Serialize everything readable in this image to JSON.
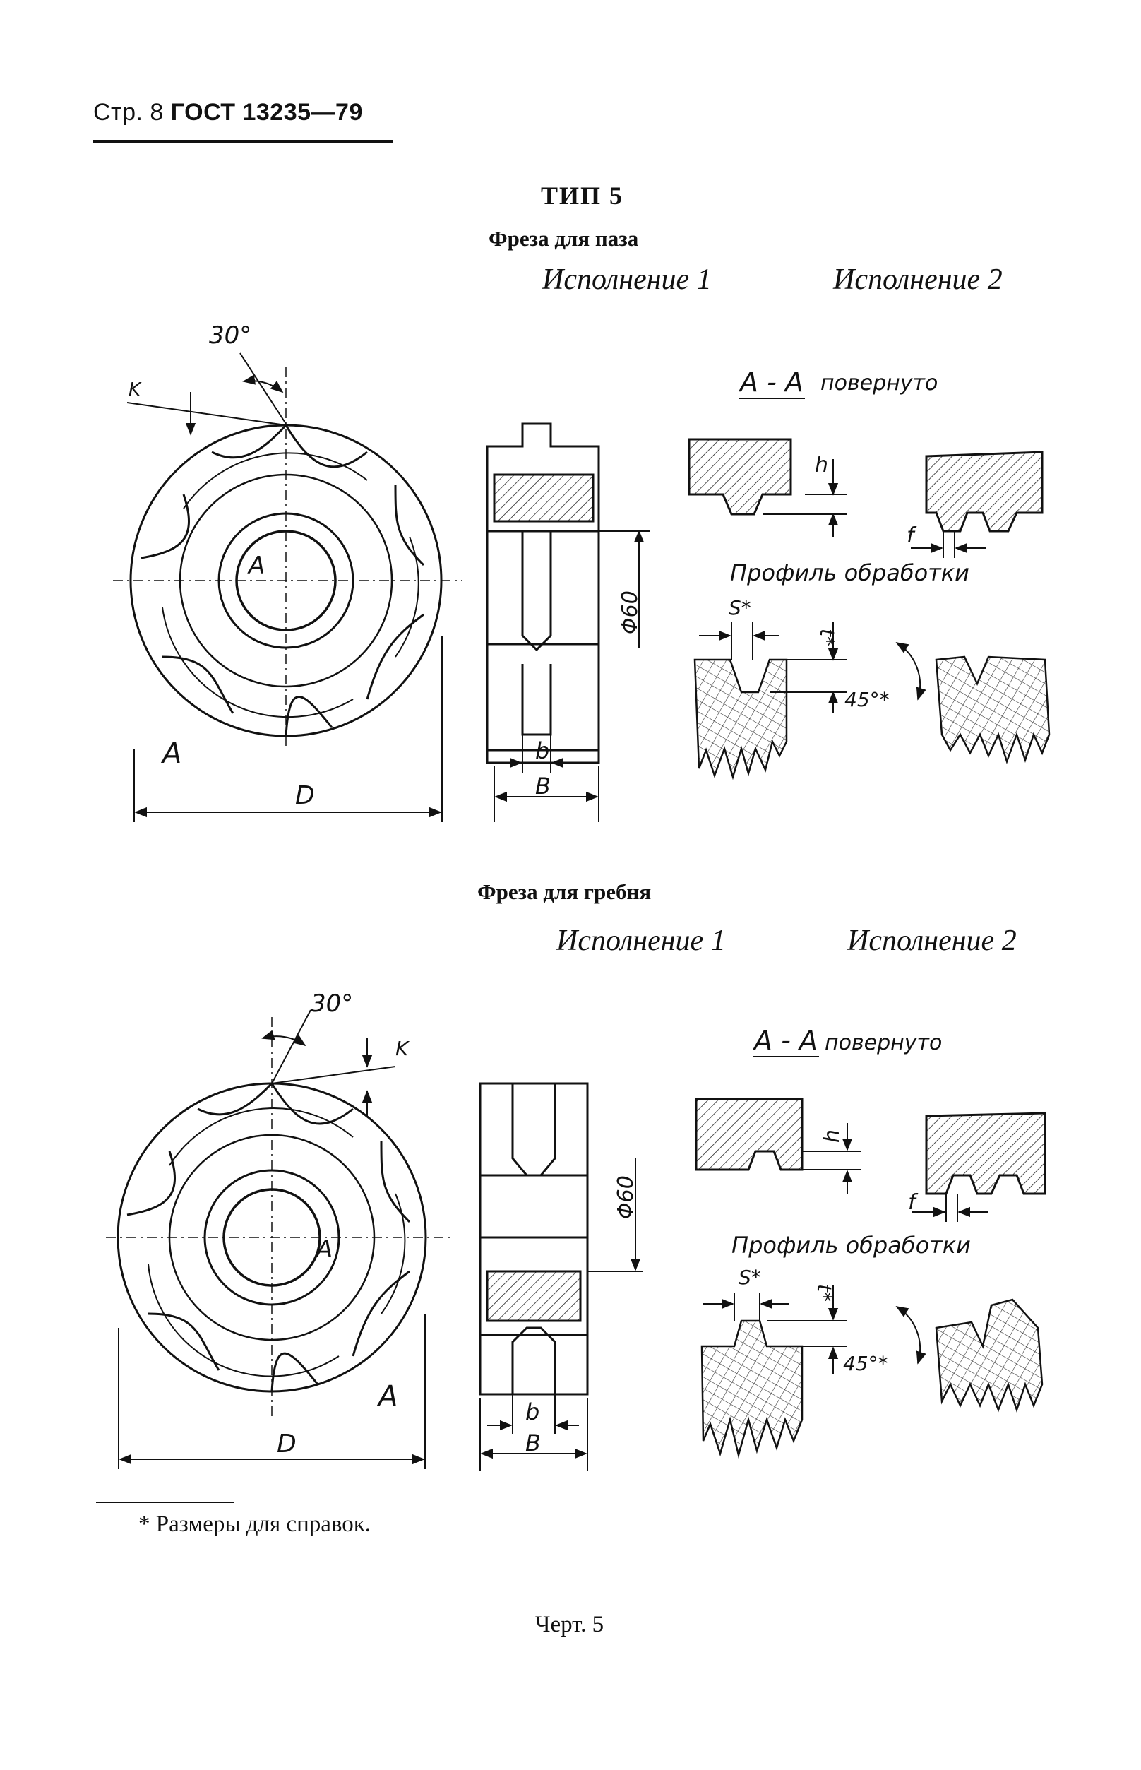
{
  "header": {
    "page_label": "Стр. 8",
    "standard": "ГОСТ 13235—79"
  },
  "type_title": "ТИП 5",
  "section_slot": {
    "title": "Фреза для паза",
    "variant_1": "Исполнение 1",
    "variant_2": "Исполнение 2"
  },
  "section_comb": {
    "title": "Фреза для гребня",
    "variant_1": "Исполнение 1",
    "variant_2": "Исполнение 2"
  },
  "drawing_labels": {
    "angle": "30°",
    "k": "K",
    "section_mark": "A",
    "diameter_D": "D",
    "diameter_60": "Φ60",
    "width_B": "B",
    "width_b": "b",
    "section_view": "A - A",
    "rotated": "повернуто",
    "h": "h",
    "f": "f",
    "profile": "Профиль обработки",
    "s": "S*",
    "t": "t*",
    "angle_45": "45°*"
  },
  "footnote": "* Размеры для справок.",
  "caption": "Черт. 5"
}
